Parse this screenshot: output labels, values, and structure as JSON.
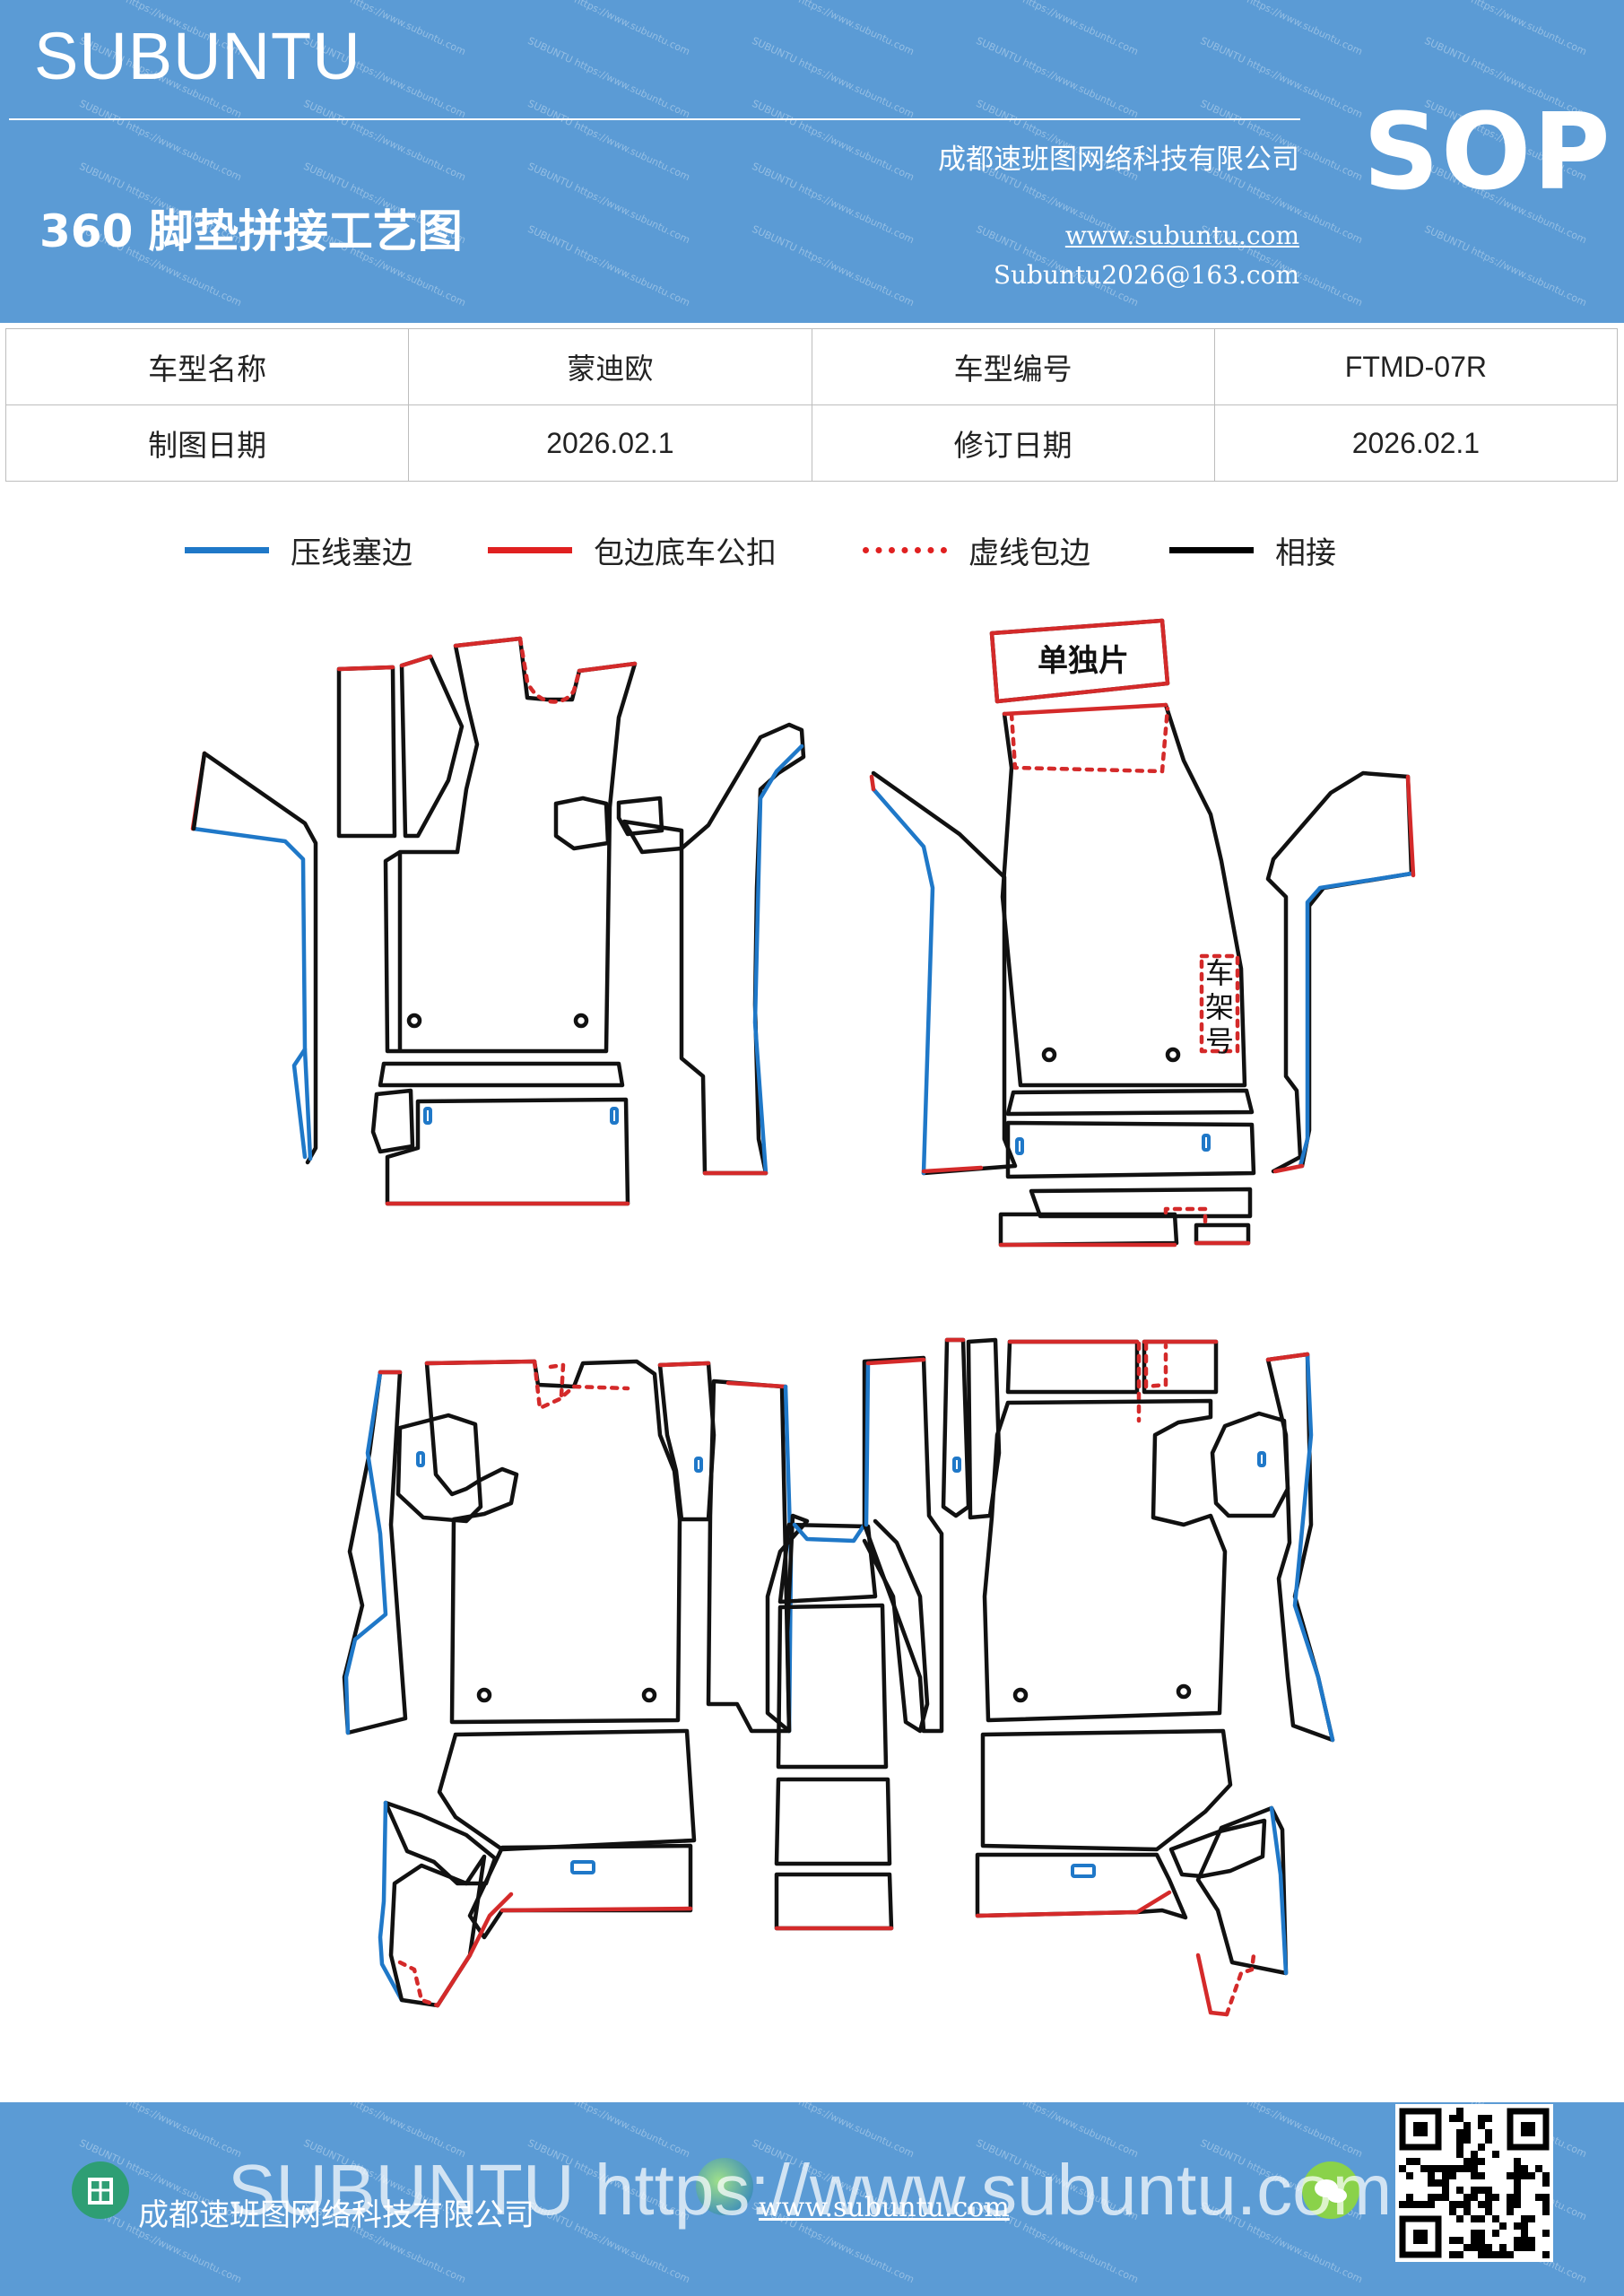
{
  "header": {
    "brand": "SUBUNTU",
    "company": "成都速班图网络科技有限公司",
    "title": "360 脚垫拼接工艺图",
    "website": "www.subuntu.com",
    "email": "Subuntu2026@163.com",
    "badge": "SOP",
    "background_color": "#5b9bd5"
  },
  "info_table": {
    "rows": [
      [
        "车型名称",
        "蒙迪欧",
        "车型编号",
        "FTMD-07R"
      ],
      [
        "制图日期",
        "2026.02.1",
        "修订日期",
        "2026.02.1"
      ]
    ]
  },
  "legend": {
    "items": [
      {
        "label": "压线塞边",
        "color": "#1f78c8",
        "style": "solid"
      },
      {
        "label": "包边底车公扣",
        "color": "#e02020",
        "style": "solid"
      },
      {
        "label": "虚线包边",
        "color": "#e02020",
        "style": "dotted"
      },
      {
        "label": "相接",
        "color": "#000000",
        "style": "solid"
      }
    ]
  },
  "diagram": {
    "labels": {
      "single_piece": "单独片",
      "frame_number": [
        "车",
        "架",
        "号"
      ]
    },
    "colors": {
      "press": "#1f78c8",
      "wrap": "#d42a2a",
      "join": "#111111"
    }
  },
  "footer": {
    "company": "成都速班图网络科技有限公司",
    "website": "www.subuntu.com",
    "watermark": "SUBUNTU https://www.subuntu.com",
    "background_color": "#5b9bd5"
  }
}
